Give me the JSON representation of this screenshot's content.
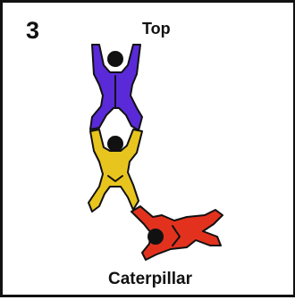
{
  "panel": {
    "number": "3",
    "label_top": "Top",
    "caption": "Caterpillar"
  },
  "figures": [
    {
      "name": "jumper-top",
      "color": "#5a2ad8"
    },
    {
      "name": "jumper-middle",
      "color": "#e8c51e"
    },
    {
      "name": "jumper-bottom",
      "color": "#e2321e"
    }
  ],
  "colors": {
    "outline": "#111111",
    "background": "#ffffff"
  }
}
